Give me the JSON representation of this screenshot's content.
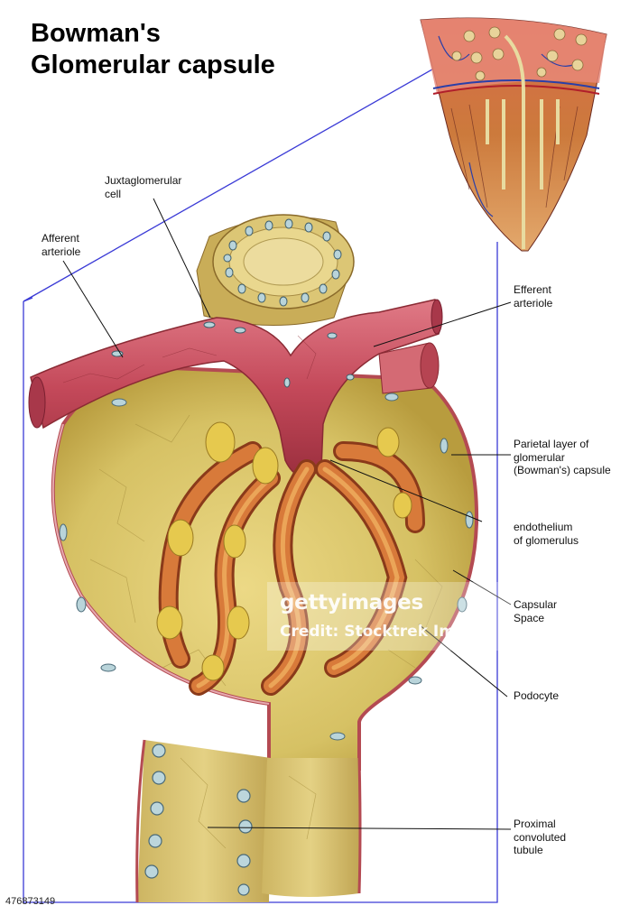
{
  "title": {
    "line1": "Bowman's",
    "line2": "Glomerular capsule"
  },
  "labels": {
    "juxtaglomerular": {
      "line1": "Juxtaglomerular",
      "line2": "cell"
    },
    "afferent": {
      "line1": "Afferent",
      "line2": "arteriole"
    },
    "efferent": {
      "line1": "Efferent",
      "line2": "arteriole"
    },
    "parietal": {
      "line1": "Parietal layer of",
      "line2": "glomerular",
      "line3": "(Bowman's) capsule"
    },
    "endothelium": {
      "line1": "endothelium",
      "line2": "of glomerulus"
    },
    "capsular": {
      "line1": "Capsular",
      "line2": "Space"
    },
    "podocyte": {
      "line1": "Podocyte"
    },
    "proximal": {
      "line1": "Proximal",
      "line2": "convoluted",
      "line3": "tubule"
    }
  },
  "watermark": {
    "brand": "gettyimages",
    "credit": "Credit: Stocktrek Images"
  },
  "stock_id": "476873149",
  "colors": {
    "frame": "#3a3ad6",
    "vessel": "#c4495a",
    "capsule_yellow": "#d8c66a",
    "capillary_orange": "#c86e2a",
    "cell_nucleus": "#a8c8d0"
  }
}
